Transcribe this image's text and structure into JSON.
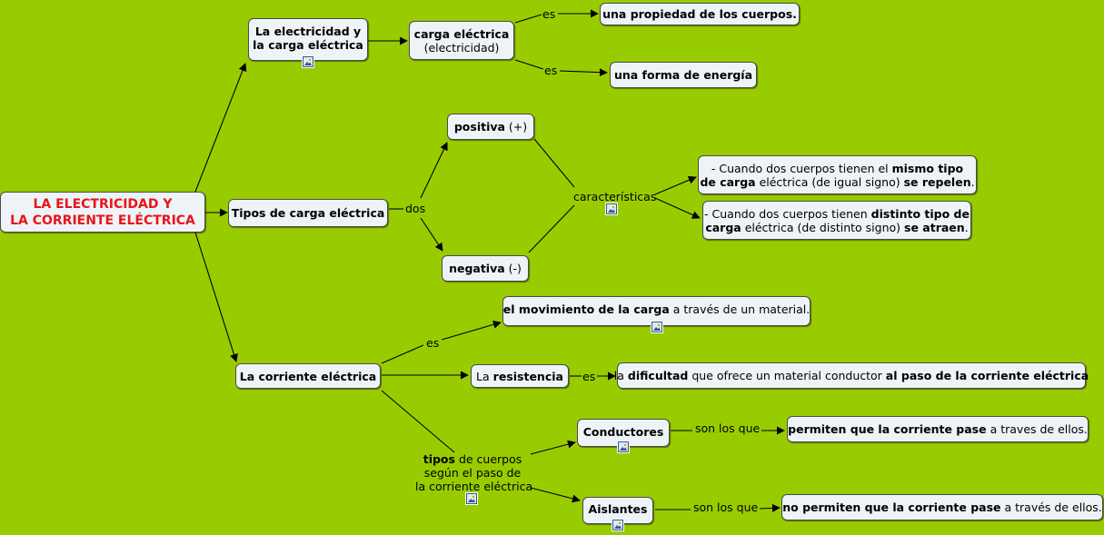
{
  "title": {
    "line1": "LA ELECTRICIDAD Y",
    "line2": "LA CORRIENTE ELÉCTRICA"
  },
  "nodes": {
    "elec_carga": {
      "line1": "La electricidad y",
      "line2": "la carga eléctrica"
    },
    "carga_electrica": {
      "line1": "carga eléctrica",
      "line2": "(electricidad)"
    },
    "propiedad": "una propiedad de los cuerpos.",
    "energia": "una forma de energía",
    "tipos_carga": "Tipos de carga eléctrica",
    "positiva": {
      "bold": "positiva",
      "rest": " (+)"
    },
    "negativa": {
      "bold": "negativa",
      "rest": " (-)"
    },
    "mismo": {
      "l1a": "- Cuando dos cuerpos tienen el ",
      "l1b": "mismo tipo",
      "l2a": "de carga",
      "l2b": " eléctrica (de igual signo) ",
      "l2c": "se repelen",
      "l2d": "."
    },
    "distinto": {
      "l1a": "- Cuando dos cuerpos tienen ",
      "l1b": "distinto tipo de",
      "l2a": "carga",
      "l2b": " eléctrica (de distinto signo) ",
      "l2c": "se atraen",
      "l2d": "."
    },
    "corriente": "La corriente eléctrica",
    "movimiento": {
      "bold": "el movimiento de la carga",
      "rest": " a través de un material."
    },
    "resistencia": {
      "pre": "La ",
      "bold": "resistencia"
    },
    "dificultad": {
      "pre": "la ",
      "b1": "dificultad",
      "mid": " que ofrece un material conductor ",
      "b2": "al paso de la corriente eléctrica"
    },
    "conductores": "Conductores",
    "permiten": {
      "bold": "permiten que la corriente pase",
      "rest": " a traves de ellos."
    },
    "aislantes": "Aislantes",
    "no_permiten": {
      "bold": "no permiten que la corriente pase",
      "rest": " a través de ellos."
    }
  },
  "labels": {
    "es1": "es",
    "es2": "es",
    "dos": "dos",
    "caracteristicas": "características",
    "es3": "es",
    "es4": "es",
    "tipos": {
      "bold": "tipos",
      "rest": " de cuerpos",
      "l2": "según el paso de",
      "l3": "la corriente eléctrica"
    },
    "son1": "son los que",
    "son2": "son los que"
  },
  "colors": {
    "background": "#99cc00",
    "node_fill": "#eef3f7",
    "title_text": "#e8141b",
    "link": "#000000"
  },
  "icons": {
    "attachment": "image-attachment-icon"
  }
}
